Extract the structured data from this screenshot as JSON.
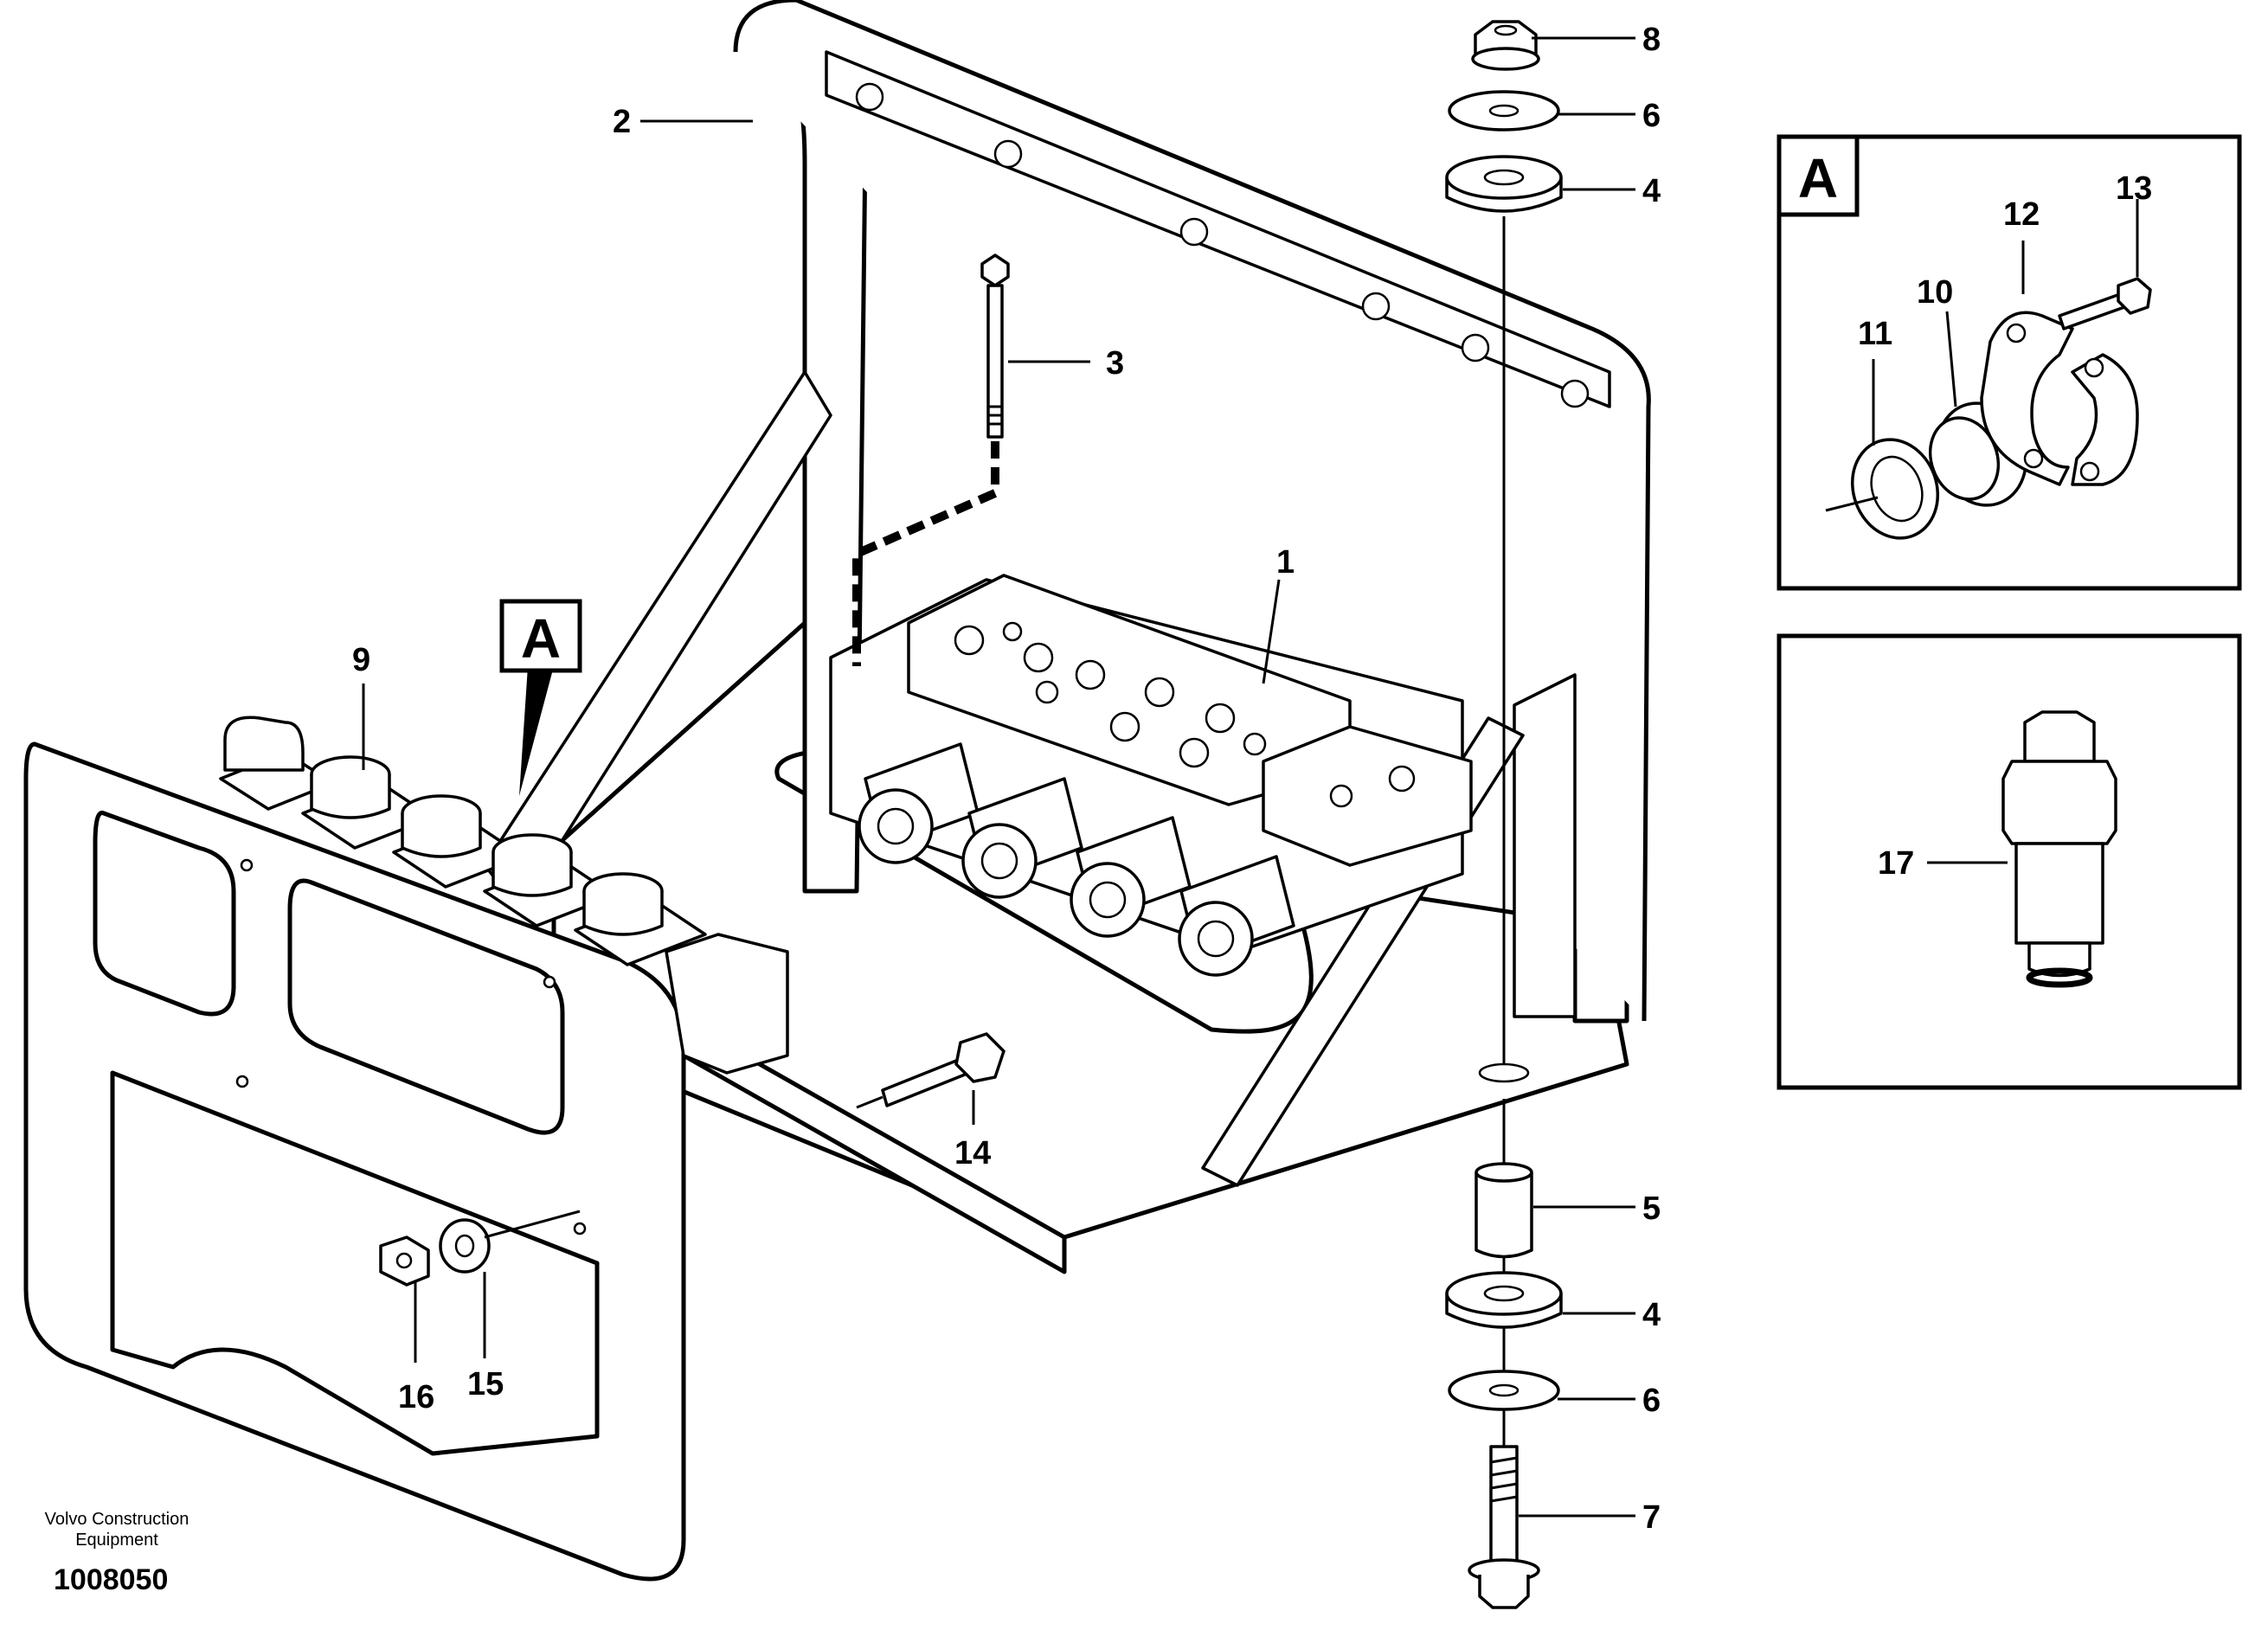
{
  "diagram": {
    "callouts": {
      "c1": "1",
      "c2": "2",
      "c3": "3",
      "c4a": "4",
      "c4b": "4",
      "c5": "5",
      "c6a": "6",
      "c6b": "6",
      "c7": "7",
      "c8": "8",
      "c9": "9",
      "c10": "10",
      "c11": "11",
      "c12": "12",
      "c13": "13",
      "c14": "14",
      "c15": "15",
      "c16": "16",
      "c17": "17"
    },
    "detail_ref_label": "A",
    "detail_a_label": "A"
  },
  "footer": {
    "company_line1": "Volvo Construction",
    "company_line2": "Equipment",
    "drawing_number": "1008050"
  }
}
